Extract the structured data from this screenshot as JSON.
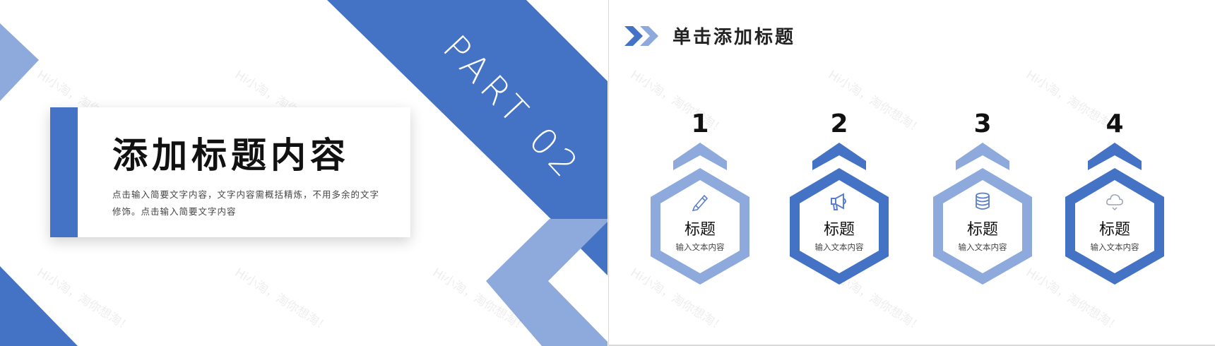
{
  "colors": {
    "primary": "#4472C4",
    "light": "#8EA9DB"
  },
  "watermark": "Hi小淘，淘你想淘！",
  "left_slide": {
    "part_label": "PART 02",
    "title": "添加标题内容",
    "description": "点击输入简要文字内容，文字内容需概括精炼，不用多余的文字修饰。点击输入简要文字内容"
  },
  "right_slide": {
    "title": "单击添加标题",
    "header_icon": "double-chevron-right-icon",
    "steps": [
      {
        "number": "1",
        "label": "标题",
        "sub": "输入文本内容",
        "icon": "pencil-icon",
        "color": "#8EA9DB"
      },
      {
        "number": "2",
        "label": "标题",
        "sub": "输入文本内容",
        "icon": "megaphone-icon",
        "color": "#4472C4"
      },
      {
        "number": "3",
        "label": "标题",
        "sub": "输入文本内容",
        "icon": "database-icon",
        "color": "#8EA9DB"
      },
      {
        "number": "4",
        "label": "标题",
        "sub": "输入文本内容",
        "icon": "cloud-download-icon",
        "color": "#4472C4"
      }
    ]
  }
}
